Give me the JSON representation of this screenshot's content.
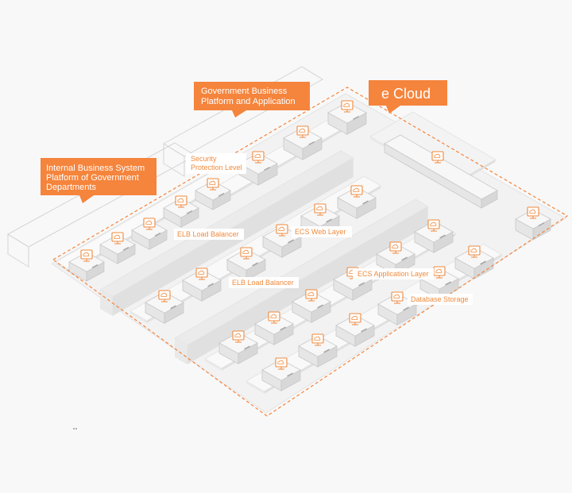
{
  "colors": {
    "accent": "#f5843c",
    "accent_text": "#f08a3c",
    "background": "#f8f8f8",
    "platform": "#eeeeee",
    "box_top": "#f7f7f7",
    "box_left": "#e6e6e6",
    "box_right": "#d8d8d8",
    "outline": "#c8c8c8"
  },
  "callouts": {
    "gov_platform": [
      "Government Business",
      "Platform and Application"
    ],
    "internal": [
      "Internal Business System",
      "Platform of Government",
      "Departments"
    ],
    "ecloud": "e Cloud"
  },
  "labels": {
    "security_level": [
      "Security",
      "Protection Level"
    ],
    "elb_1": "ELB Load Balancer",
    "ecs_web": "ECS Web Layer",
    "elb_2": "ELB Load Balancer",
    "ecs_app": "ECS Application Layer",
    "db_storage": "Database Storage"
  },
  "icons": {
    "server": "monitor-cloud-icon",
    "mark": "grip-mark-icon"
  }
}
